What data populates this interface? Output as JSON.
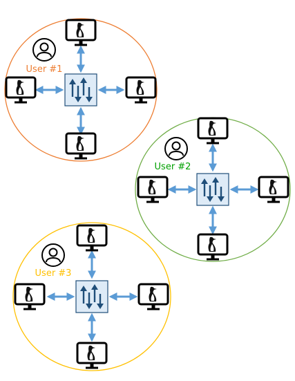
{
  "clusters": [
    {
      "user_label": "User #1",
      "color": "#ED7D31",
      "nodes": [
        "monitor-icon",
        "monitor-icon",
        "monitor-icon",
        "monitor-icon"
      ],
      "hub_icon": "switch-icon"
    },
    {
      "user_label": "User #2",
      "color": "#70AD47",
      "nodes": [
        "monitor-icon",
        "monitor-icon",
        "monitor-icon",
        "monitor-icon"
      ],
      "hub_icon": "switch-icon"
    },
    {
      "user_label": "User #3",
      "color": "#FFC000",
      "nodes": [
        "monitor-icon",
        "monitor-icon",
        "monitor-icon",
        "monitor-icon"
      ],
      "hub_icon": "switch-icon"
    }
  ],
  "colors": {
    "arrow": "#5B9BD5",
    "switch_fill": "#DEEBF7",
    "switch_stroke": "#1F4E79",
    "switch_arrows": "#1F4E79",
    "monitor_stroke": "#000000",
    "user_label_2": "#00A000"
  },
  "icons": {
    "user": "user-avatar-icon",
    "monitor": "monitor-icon",
    "switch": "switch-icon"
  }
}
